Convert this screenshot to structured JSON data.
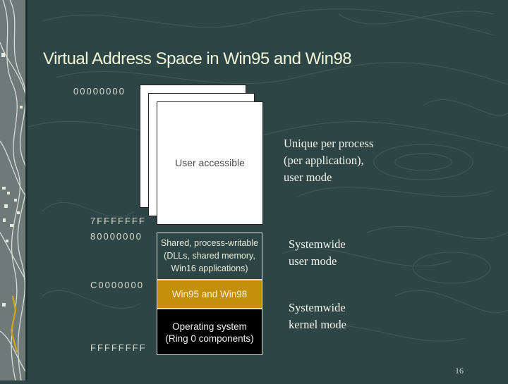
{
  "slide": {
    "title": "Virtual Address Space in Win95 and Win98",
    "page_number": "16"
  },
  "addresses": {
    "a0": "00000000",
    "a7": "7FFFFFFF",
    "a8": "80000000",
    "ac": "C0000000",
    "af": "FFFFFFFF"
  },
  "regions": {
    "user_accessible": "User accessible",
    "shared_lines": [
      "Shared, process-writable",
      "(DLLs, shared memory,",
      "Win16 applications)"
    ],
    "win9x": "Win95 and Win98",
    "os_lines": [
      "Operating system",
      "(Ring 0 components)"
    ]
  },
  "descriptions": {
    "unique": [
      "Unique per process",
      "(per application),",
      "user mode"
    ],
    "system_user": [
      "Systemwide",
      "user mode"
    ],
    "system_kernel": [
      "Systemwide",
      "kernel mode"
    ]
  },
  "colors": {
    "background": "#2e4545",
    "title": "#f0f4d8",
    "win9x_region": "#c4900a",
    "os_region": "#000000"
  }
}
